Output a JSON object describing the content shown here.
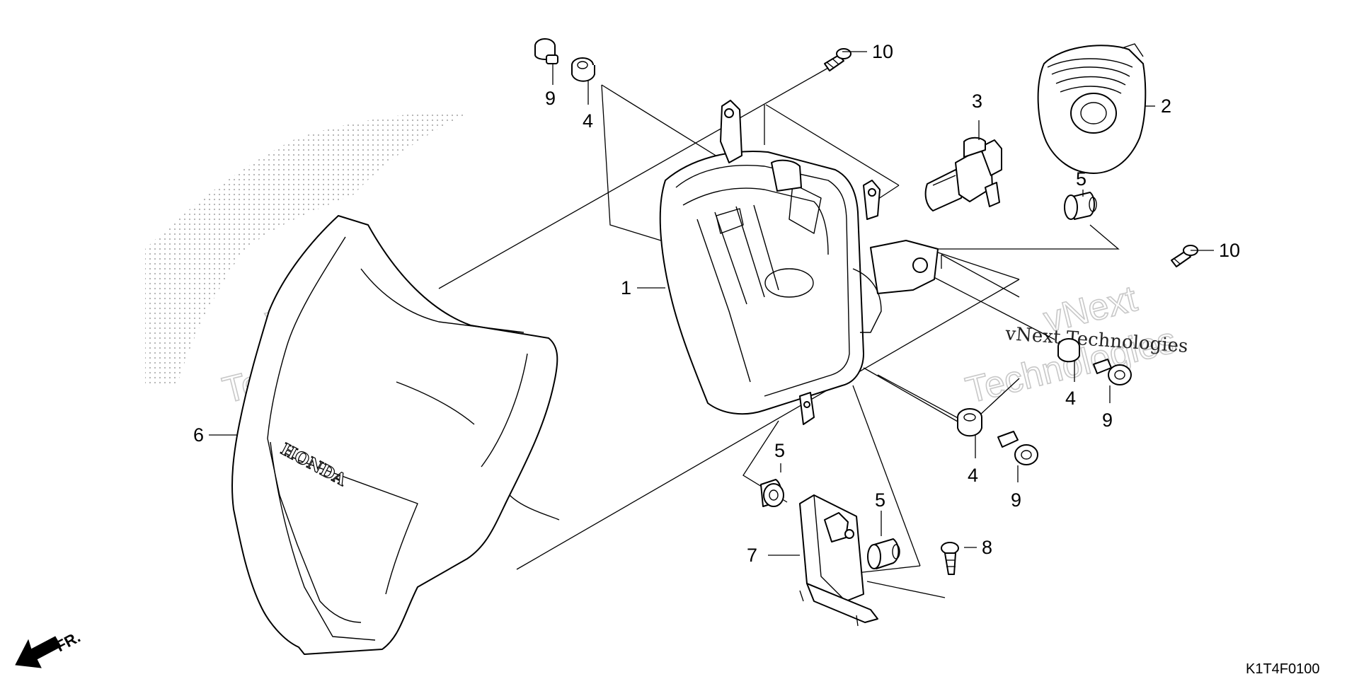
{
  "diagram": {
    "callouts": {
      "c1": "1",
      "c2": "2",
      "c3": "3",
      "c4a": "4",
      "c4b": "4",
      "c4c": "4",
      "c5a": "5",
      "c5b": "5",
      "c5c": "5",
      "c6": "6",
      "c7": "7",
      "c8": "8",
      "c9a": "9",
      "c9b": "9",
      "c9c": "9",
      "c10a": "10",
      "c10b": "10"
    },
    "brand_mark": "HONDA",
    "direction_label": "FR.",
    "diagram_code": "K1T4F0100",
    "watermarks": {
      "large_1": "vNext",
      "large_2": "Technologies",
      "small": "vNext Technologies"
    }
  }
}
